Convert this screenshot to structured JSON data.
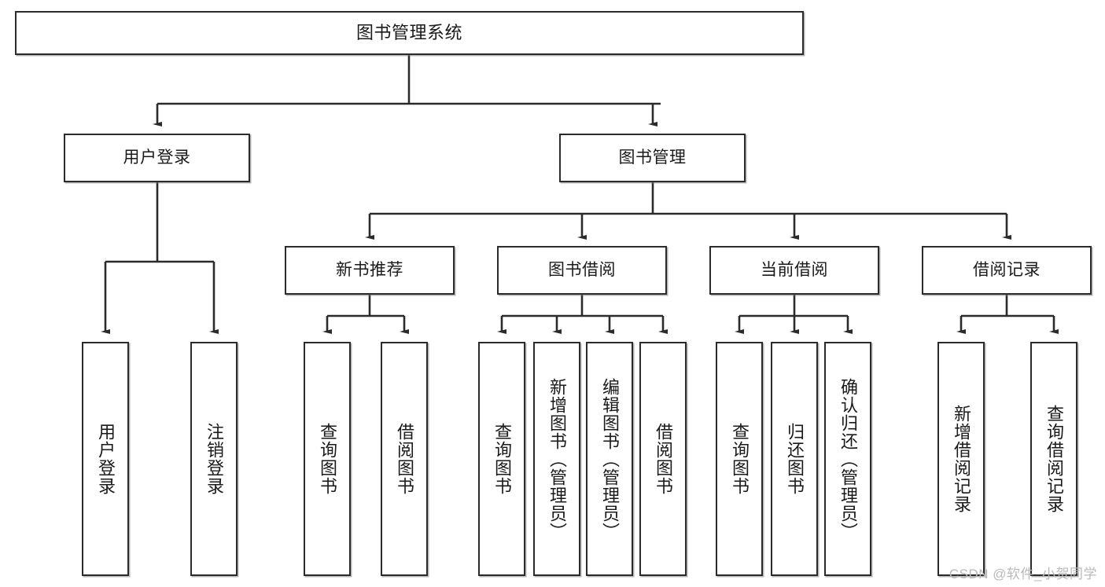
{
  "diagram": {
    "title": "图书管理系统",
    "type": "tree-hierarchy",
    "levels": {
      "root": {
        "label": "图书管理系统"
      },
      "level2": [
        {
          "id": "user-login",
          "label": "用户登录"
        },
        {
          "id": "book-management",
          "label": "图书管理"
        }
      ],
      "level3": [
        {
          "id": "new-book-recommend",
          "label": "新书推荐",
          "parent": "book-management"
        },
        {
          "id": "book-borrow",
          "label": "图书借阅",
          "parent": "book-management"
        },
        {
          "id": "current-borrow",
          "label": "当前借阅",
          "parent": "book-management"
        },
        {
          "id": "borrow-record",
          "label": "借阅记录",
          "parent": "book-management"
        }
      ],
      "leaves": [
        {
          "id": "leaf-user-login",
          "label": "用户登录",
          "parent": "user-login"
        },
        {
          "id": "leaf-logout",
          "label": "注销登录",
          "parent": "user-login"
        },
        {
          "id": "leaf-query-book-1",
          "label": "查询图书",
          "parent": "new-book-recommend"
        },
        {
          "id": "leaf-borrow-book-1",
          "label": "借阅图书",
          "parent": "new-book-recommend"
        },
        {
          "id": "leaf-query-book-2",
          "label": "查询图书",
          "parent": "book-borrow"
        },
        {
          "id": "leaf-add-book",
          "label": "新增图书（管理员）",
          "parent": "book-borrow"
        },
        {
          "id": "leaf-edit-book",
          "label": "编辑图书（管理员）",
          "parent": "book-borrow"
        },
        {
          "id": "leaf-borrow-book-2",
          "label": "借阅图书",
          "parent": "book-borrow"
        },
        {
          "id": "leaf-query-book-3",
          "label": "查询图书",
          "parent": "current-borrow"
        },
        {
          "id": "leaf-return-book",
          "label": "归还图书",
          "parent": "current-borrow"
        },
        {
          "id": "leaf-confirm-return",
          "label": "确认归还（管理员）",
          "parent": "current-borrow"
        },
        {
          "id": "leaf-add-record",
          "label": "新增借阅记录",
          "parent": "borrow-record"
        },
        {
          "id": "leaf-query-record",
          "label": "查询借阅记录",
          "parent": "borrow-record"
        }
      ]
    }
  },
  "watermark": {
    "text": "CSDN @软件_小贺同学"
  },
  "colors": {
    "box_border": "#2b2b2b",
    "box_fill": "#ffffff",
    "connector": "#2b2b2b",
    "text": "#1a1a1a",
    "watermark": "#b9b9b9"
  }
}
